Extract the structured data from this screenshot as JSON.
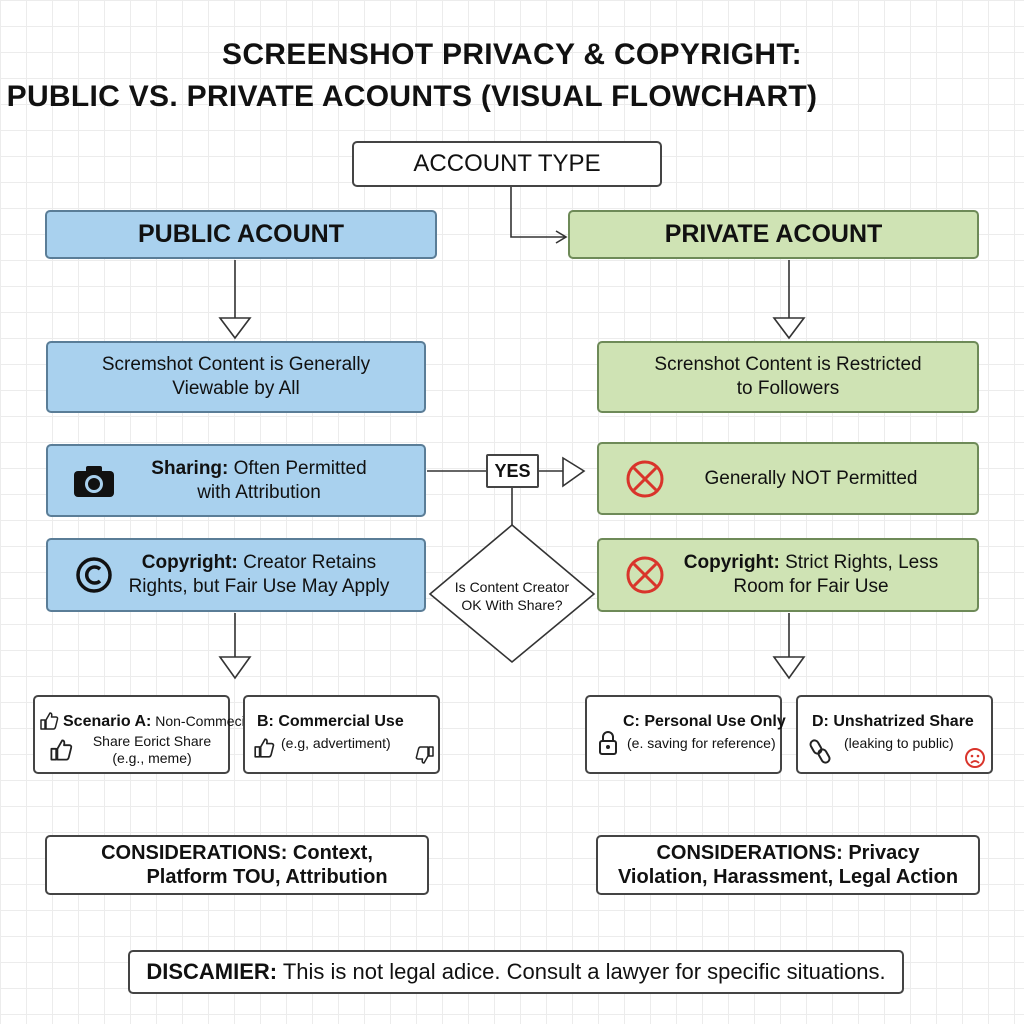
{
  "title": {
    "line1": "SCREENSHOT PRIVACY & COPYRIGHT:",
    "line2": "PUBLIC VS. PRIVATE ACOUNTS (VISUAL FLOWCHART)"
  },
  "root": {
    "label": "ACCOUNT TYPE"
  },
  "public": {
    "header": "PUBLIC ACOUNT",
    "content_line1": "Scremshot Content is Generally",
    "content_line2": "Viewable by All",
    "sharing_bold": "Sharing:",
    "sharing_rest": " Often Permitted",
    "sharing_line2": "with Attribution",
    "copyright_bold": "Copyright:",
    "copyright_rest": " Creator Retains",
    "copyright_line2": "Rights, but Fair Use May Apply",
    "scenario_a_bold": "Scenario A:",
    "scenario_a_rest": " Non-Commecial",
    "scenario_a_line2": "Share Eorict Share",
    "scenario_a_line3": "(e.g., meme)",
    "scenario_b_bold": "B:  Commercial Use",
    "scenario_b_line2": "(e.g, advertiment)",
    "considerations_bold": "CONSIDERATIONS:",
    "considerations_rest": " Context,",
    "considerations_line2": "Platform TOU, Attribution"
  },
  "private": {
    "header": "PRIVATE ACOUNT",
    "content_line1": "Screnshot Content is Restricted",
    "content_line2": "to Followers",
    "sharing_label": "Generally NOT Permitted",
    "copyright_bold": "Copyright:",
    "copyright_rest": " Strict Rights, Less",
    "copyright_line2": "Room for Fair Use",
    "scenario_c_bold": "C:  Personal Use Only",
    "scenario_c_line2": "(e. saving for reference)",
    "scenario_d_bold": "D:  Unshatrized Share",
    "scenario_d_line2": "(leaking to public)",
    "considerations_bold": "CONSIDERATIONS:",
    "considerations_rest": " Privacy",
    "considerations_line2": "Violation, Harassment, Legal Action"
  },
  "decision": {
    "yes_label": "YES",
    "question_line1": "Is Content Creator",
    "question_line2": "OK With Share?"
  },
  "disclaimer": {
    "bold": "DISCAMIER:",
    "rest": " This is not legal adice. Consult a lawyer for specific situations."
  },
  "icons": {
    "camera": "camera-icon",
    "copyright": "copyright-icon",
    "no_entry": "cross-circle-icon",
    "thumbs_up": "thumbs-up-icon",
    "thumbs_down": "thumbs-down-icon",
    "lock": "lock-icon",
    "link": "link-icon",
    "sad_face": "sad-face-icon"
  },
  "colors": {
    "public_fill": "#a9d1ee",
    "private_fill": "#cfe3b4",
    "danger": "#d9342b"
  }
}
